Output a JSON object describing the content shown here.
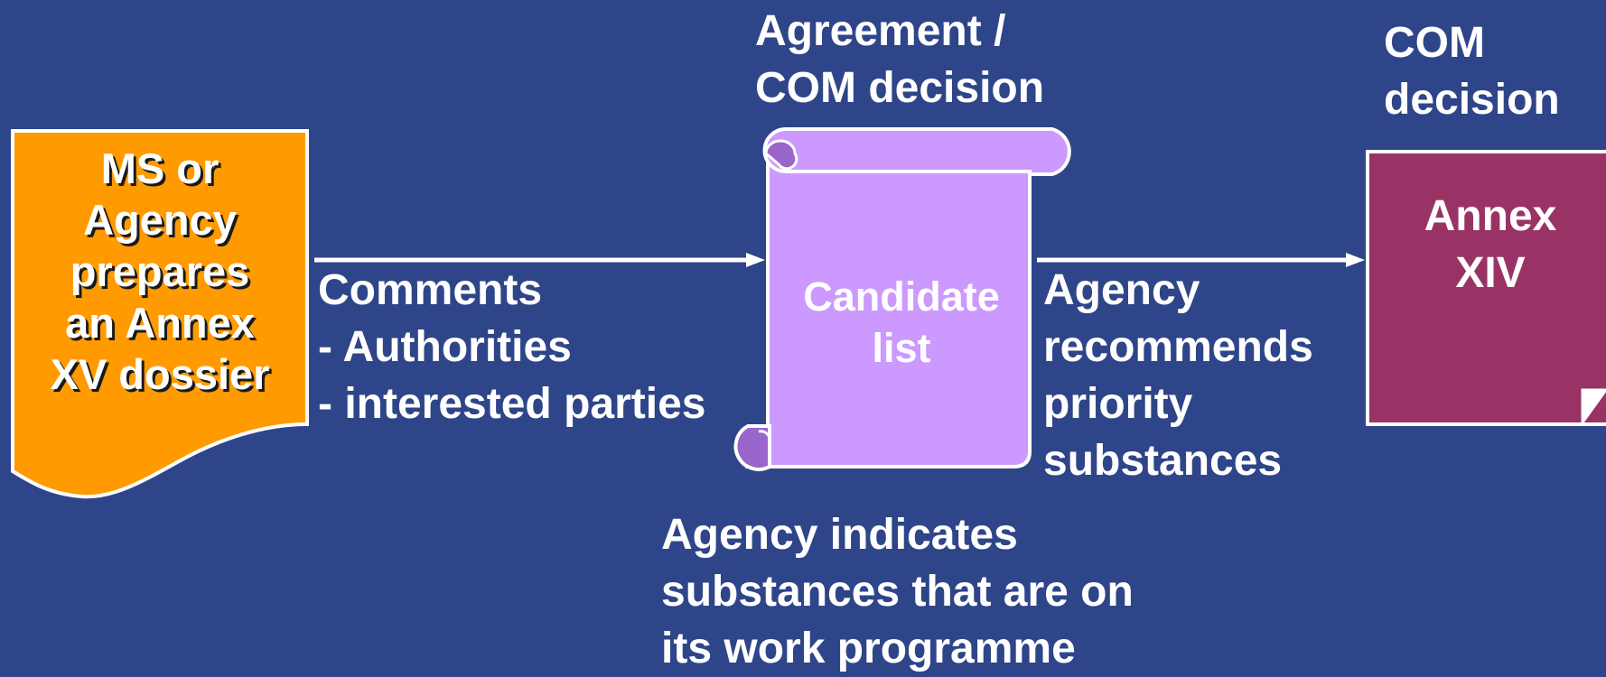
{
  "dossier_box": {
    "lines": [
      "MS or",
      "Agency",
      "prepares",
      "an Annex",
      "XV dossier"
    ],
    "fill": "#ff9a00"
  },
  "comments": {
    "lines": [
      "Comments",
      "- Authorities",
      "- interested parties"
    ]
  },
  "agreement": {
    "lines": [
      "Agreement /",
      "COM decision"
    ]
  },
  "candidate_scroll": {
    "lines": [
      "Candidate",
      "list"
    ],
    "fill": "#cc99ff",
    "curl_fill": "#9966cc"
  },
  "agency_indicates": {
    "lines": [
      "Agency indicates",
      "substances that are on",
      "its work programme"
    ]
  },
  "agency_recommends": {
    "lines": [
      "Agency",
      "recommends",
      "priority",
      "substances"
    ]
  },
  "com_decision": {
    "lines": [
      "COM",
      "decision"
    ]
  },
  "annex_xiv": {
    "lines": [
      "Annex",
      "XIV"
    ],
    "fill": "#993366"
  },
  "colors": {
    "background": "#2f4589",
    "outline": "#ffffff"
  }
}
